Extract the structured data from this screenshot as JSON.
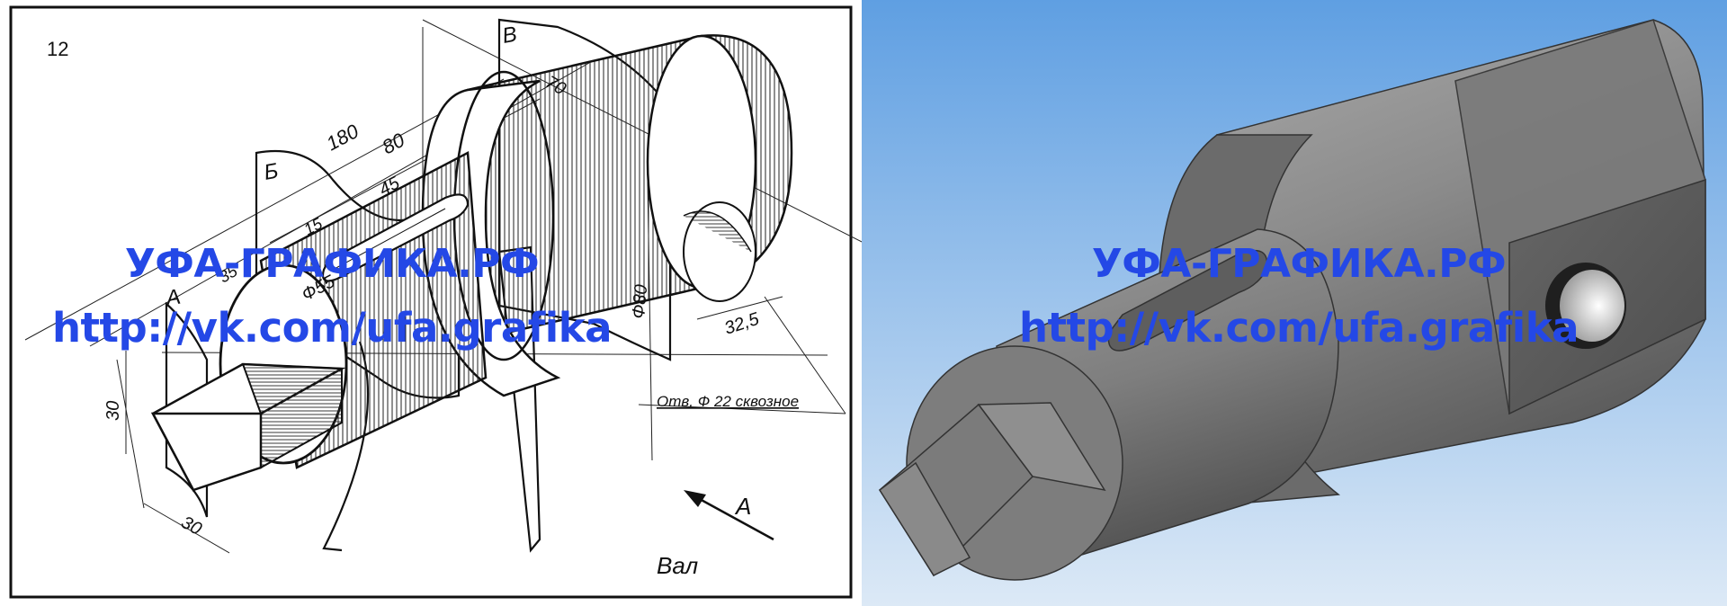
{
  "drawing": {
    "sheet_number": "12",
    "title": "Вал",
    "view_arrow_label": "А",
    "section_labels": [
      "А",
      "Б",
      "В"
    ],
    "dimensions": {
      "d180": "180",
      "d80": "80",
      "d45": "45",
      "d15": "15",
      "d70": "70",
      "d35": "35",
      "dia55": "Ф55",
      "dia80": "Ф80",
      "d32_5": "32,5",
      "d30_vertical": "30",
      "d30_horizontal": "30"
    },
    "hole_note": "Отв. Ф 22 сквозное"
  },
  "watermark": {
    "line1": "УФА-ГРАФИКА.РФ",
    "line2": "http://vk.com/ufa.grafika"
  },
  "colors": {
    "watermark": "#2448e6",
    "ink": "#111111",
    "sky_top": "#5f9fe2",
    "sky_bottom": "#dce9f6",
    "metal_dark": "#5a5a5a",
    "metal_mid": "#8a8a8a",
    "metal_light": "#b8b8b8"
  }
}
